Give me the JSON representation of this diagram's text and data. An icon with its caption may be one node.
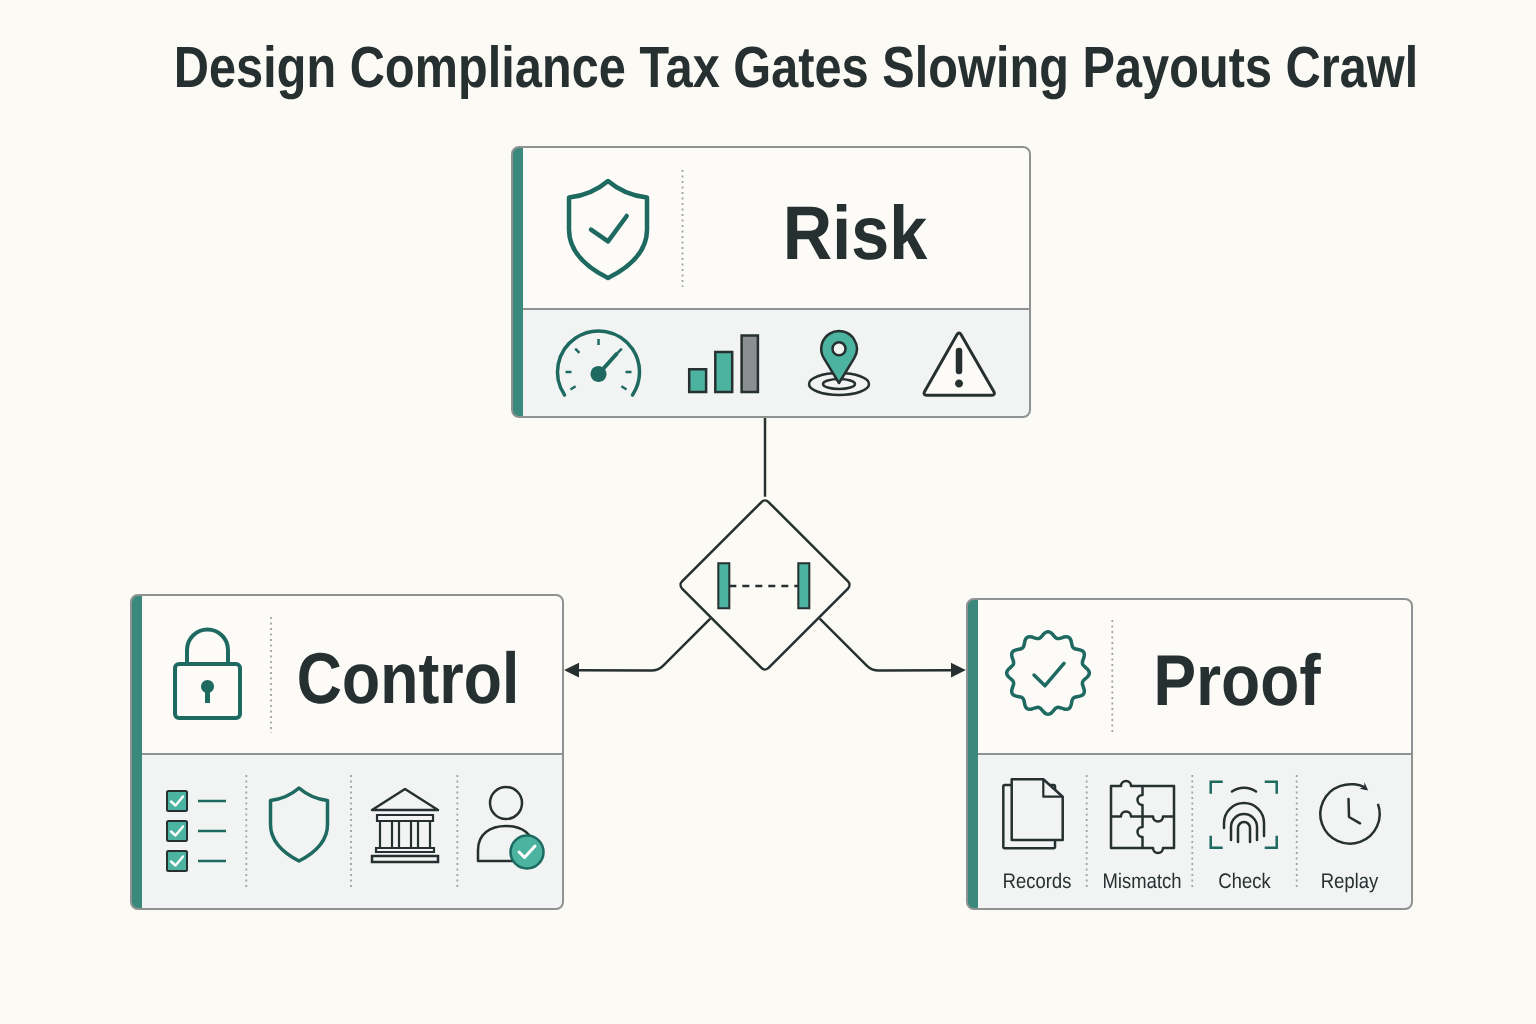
{
  "diagram": {
    "title": "Design Compliance Tax Gates Slowing Payouts Crawl",
    "nodes": [
      {
        "text": [
          "Risk"
        ]
      },
      {
        "text": [],
        "shape": "diamond"
      },
      {
        "text": [
          "Control"
        ]
      },
      {
        "text": [
          "Proof",
          "Records",
          "Mismatch",
          "Check",
          "Replay"
        ]
      }
    ],
    "edges": [
      {
        "from": 0,
        "to": 1,
        "arrow": "none"
      },
      {
        "from": 1,
        "to": 2,
        "arrow": "to"
      },
      {
        "from": 1,
        "to": 3,
        "arrow": "to"
      }
    ]
  }
}
